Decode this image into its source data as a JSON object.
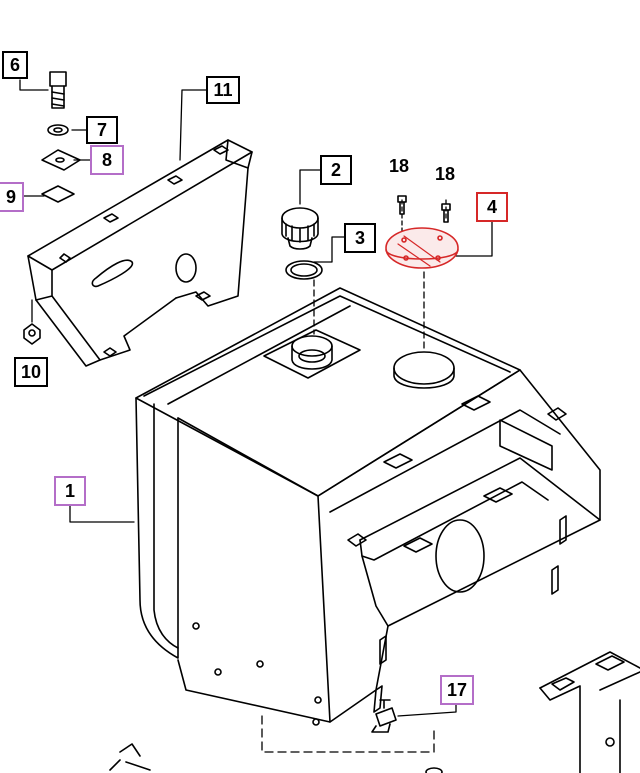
{
  "callouts": [
    {
      "id": "c6",
      "label": "6",
      "style": "black"
    },
    {
      "id": "c7",
      "label": "7",
      "style": "black"
    },
    {
      "id": "c8",
      "label": "8",
      "style": "purple"
    },
    {
      "id": "c9",
      "label": "9",
      "style": "purple"
    },
    {
      "id": "c10",
      "label": "10",
      "style": "black"
    },
    {
      "id": "c11",
      "label": "11",
      "style": "black"
    },
    {
      "id": "c2",
      "label": "2",
      "style": "black"
    },
    {
      "id": "c3",
      "label": "3",
      "style": "black"
    },
    {
      "id": "c4",
      "label": "4",
      "style": "red"
    },
    {
      "id": "c1",
      "label": "1",
      "style": "purple"
    },
    {
      "id": "c17",
      "label": "17",
      "style": "purple"
    }
  ],
  "plain_labels": [
    {
      "id": "p18a",
      "label": "18"
    },
    {
      "id": "p18b",
      "label": "18"
    }
  ],
  "colors": {
    "line": "#000000",
    "highlight_part": "#d62828",
    "callout_purple": "#b46ec8",
    "callout_red": "#d62828"
  }
}
